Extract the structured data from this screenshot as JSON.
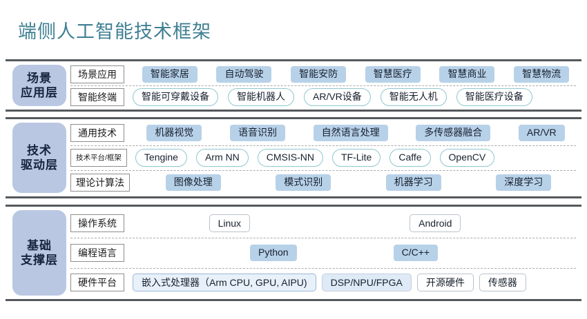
{
  "title": "端侧人工智能技术框架",
  "theme": {
    "title_color": "#3f7f92",
    "layer_label_bg": "#b9c7e2",
    "pill_fill": "#b7d1e8",
    "pill_outline_teal": "#8fc7ce",
    "rule_color": "#54585c"
  },
  "layers": [
    {
      "name": "scene-application-layer",
      "label_line1": "场景",
      "label_line2": "应用层",
      "rows": [
        {
          "name": "scene-application",
          "label": "场景应用",
          "label_small": false,
          "style": "fill",
          "items": [
            "智能家居",
            "自动驾驶",
            "智能安防",
            "智慧医疗",
            "智慧商业",
            "智慧物流"
          ]
        },
        {
          "name": "smart-terminal",
          "label": "智能终端",
          "label_small": false,
          "style": "outline-teal",
          "items": [
            "智能可穿戴设备",
            "智能机器人",
            "AR/VR设备",
            "智能无人机",
            "智能医疗设备"
          ]
        }
      ]
    },
    {
      "name": "technology-driver-layer",
      "label_line1": "技术",
      "label_line2": "驱动层",
      "rows": [
        {
          "name": "general-technology",
          "label": "通用技术",
          "label_small": false,
          "style": "fill",
          "items": [
            "机器视觉",
            "语音识别",
            "自然语言处理",
            "多传感器融合",
            "AR/VR"
          ]
        },
        {
          "name": "tech-platform-framework",
          "label": "技术平台/框架",
          "label_small": true,
          "style": "outline-teal",
          "items": [
            "Tengine",
            "Arm NN",
            "CMSIS-NN",
            "TF-Lite",
            "Caffe",
            "OpenCV"
          ]
        },
        {
          "name": "theory-algorithm",
          "label": "理论计算法",
          "label_small": false,
          "style": "fill",
          "items": [
            "图像处理",
            "模式识别",
            "机器学习",
            "深度学习"
          ]
        }
      ]
    },
    {
      "name": "foundation-support-layer",
      "label_line1": "基础",
      "label_line2": "支撑层",
      "rows": [
        {
          "name": "operating-system",
          "label": "操作系统",
          "label_small": false,
          "style": "outline-gray",
          "items": [
            "Linux",
            "Android"
          ]
        },
        {
          "name": "programming-language",
          "label": "编程语言",
          "label_small": false,
          "style": "fill",
          "items": [
            "Python",
            "C/C++"
          ]
        },
        {
          "name": "hardware-platform",
          "label": "硬件平台",
          "label_small": false,
          "style": "mixed",
          "items": [
            {
              "text": "嵌入式处理器（Arm CPU, GPU, AIPU)",
              "style": "fill-soft"
            },
            {
              "text": "DSP/NPU/FPGA",
              "style": "fill-softer"
            },
            {
              "text": "开源硬件",
              "style": "outline-gray"
            },
            {
              "text": "传感器",
              "style": "outline-gray"
            }
          ]
        }
      ]
    }
  ]
}
